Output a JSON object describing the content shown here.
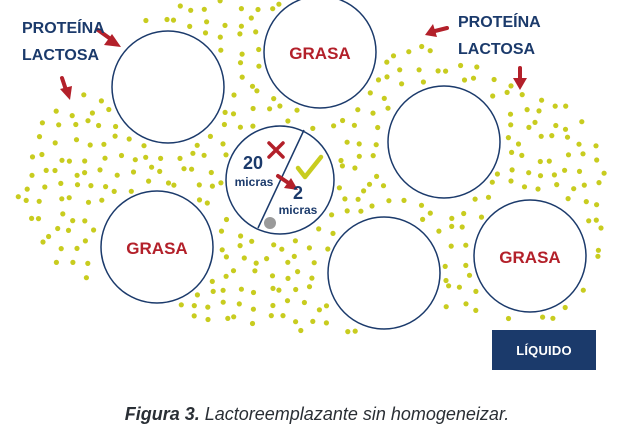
{
  "diagram": {
    "labels": {
      "protein_left": "PROTEÍNA",
      "lactose_left": "LACTOSA",
      "protein_right": "PROTEÍNA",
      "lactose_right": "LACTOSA",
      "fat_top": "GRASA",
      "fat_left": "GRASA",
      "fat_right": "GRASA",
      "size_before_value": "20",
      "size_before_unit": "micras",
      "size_after_value": "2",
      "size_after_unit": "micras",
      "liquid": "LÍQUIDO"
    },
    "marks": {
      "before": "cross-icon",
      "after": "check-icon"
    }
  },
  "caption": {
    "prefix": "Figura 3.",
    "text": "Lactoreemplazante sin homogeneizar."
  },
  "colors": {
    "navy": "#1b3a6b",
    "red": "#b3202a",
    "dot": "#c8cc1f",
    "gray_dot": "#9a9a9a",
    "circle_outline": "#1b3a6b"
  }
}
